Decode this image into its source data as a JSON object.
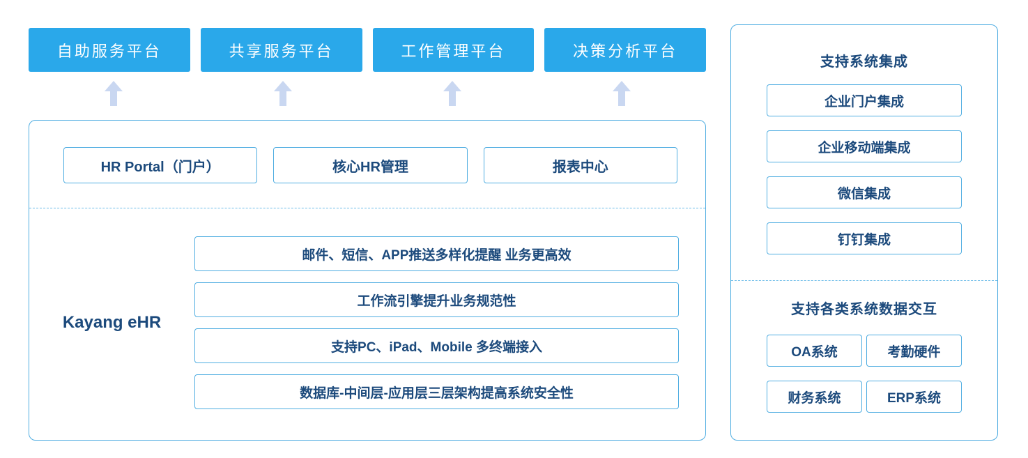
{
  "colors": {
    "accent": "#2aa8ea",
    "border": "#4fade1",
    "text": "#1c4a7c",
    "arrow": "#c9d7f1"
  },
  "top_platforms": [
    "自助服务平台",
    "共享服务平台",
    "工作管理平台",
    "决策分析平台"
  ],
  "main": {
    "brand": "Kayang eHR",
    "modules": [
      "HR Portal（门户）",
      "核心HR管理",
      "报表中心"
    ],
    "features": [
      "邮件、短信、APP推送多样化提醒 业务更高效",
      "工作流引擎提升业务规范性",
      "支持PC、iPad、Mobile 多终端接入",
      "数据库-中间层-应用层三层架构提高系统安全性"
    ]
  },
  "right_panel": {
    "integration": {
      "title": "支持系统集成",
      "items": [
        "企业门户集成",
        "企业移动端集成",
        "微信集成",
        "钉钉集成"
      ]
    },
    "data_exchange": {
      "title": "支持各类系统数据交互",
      "items": [
        "OA系统",
        "考勤硬件",
        "财务系统",
        "ERP系统"
      ]
    }
  }
}
